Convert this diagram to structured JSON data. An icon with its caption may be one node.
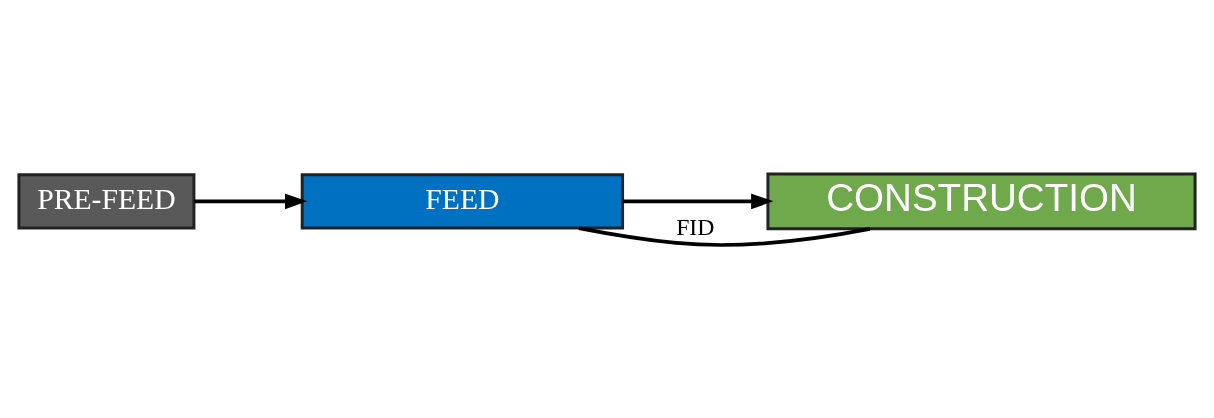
{
  "diagram": {
    "nodes": [
      {
        "text": [
          "PRE-FEED"
        ]
      },
      {
        "text": [
          "FEED"
        ]
      },
      {
        "text": [
          "CONSTRUCTION"
        ]
      }
    ],
    "edges": [
      {
        "from": 0,
        "to": 1,
        "arrow": "to"
      },
      {
        "from": 1,
        "to": 2,
        "arrow": "to"
      },
      {
        "from": 1,
        "to": 2,
        "arrow": "none",
        "label": "FID"
      }
    ]
  }
}
